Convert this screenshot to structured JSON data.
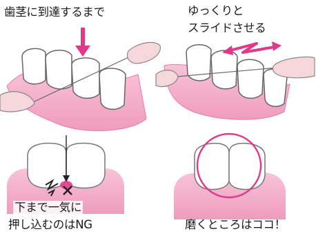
{
  "colors": {
    "gum": "#f5b5cd",
    "gum_dark": "#ee93b6",
    "accent_magenta": "#e0388a",
    "tooth": "#ffffff",
    "tooth_outline": "#666666",
    "finger": "#f6d7dc"
  },
  "panels": {
    "top_left": {
      "caption": "歯茎に到達するまで"
    },
    "top_right": {
      "caption_line1": "ゆっくりと",
      "caption_line2": "スライドさせる"
    },
    "bottom_left": {
      "caption_line1": "下まで一気に",
      "caption_line2": "押し込むのはNG"
    },
    "bottom_right": {
      "caption": "磨くところはココ！"
    }
  },
  "icons": [
    "down-arrow-icon",
    "zigzag-arrow-icon",
    "spark-icon",
    "x-mark-icon",
    "highlight-circle-icon"
  ]
}
